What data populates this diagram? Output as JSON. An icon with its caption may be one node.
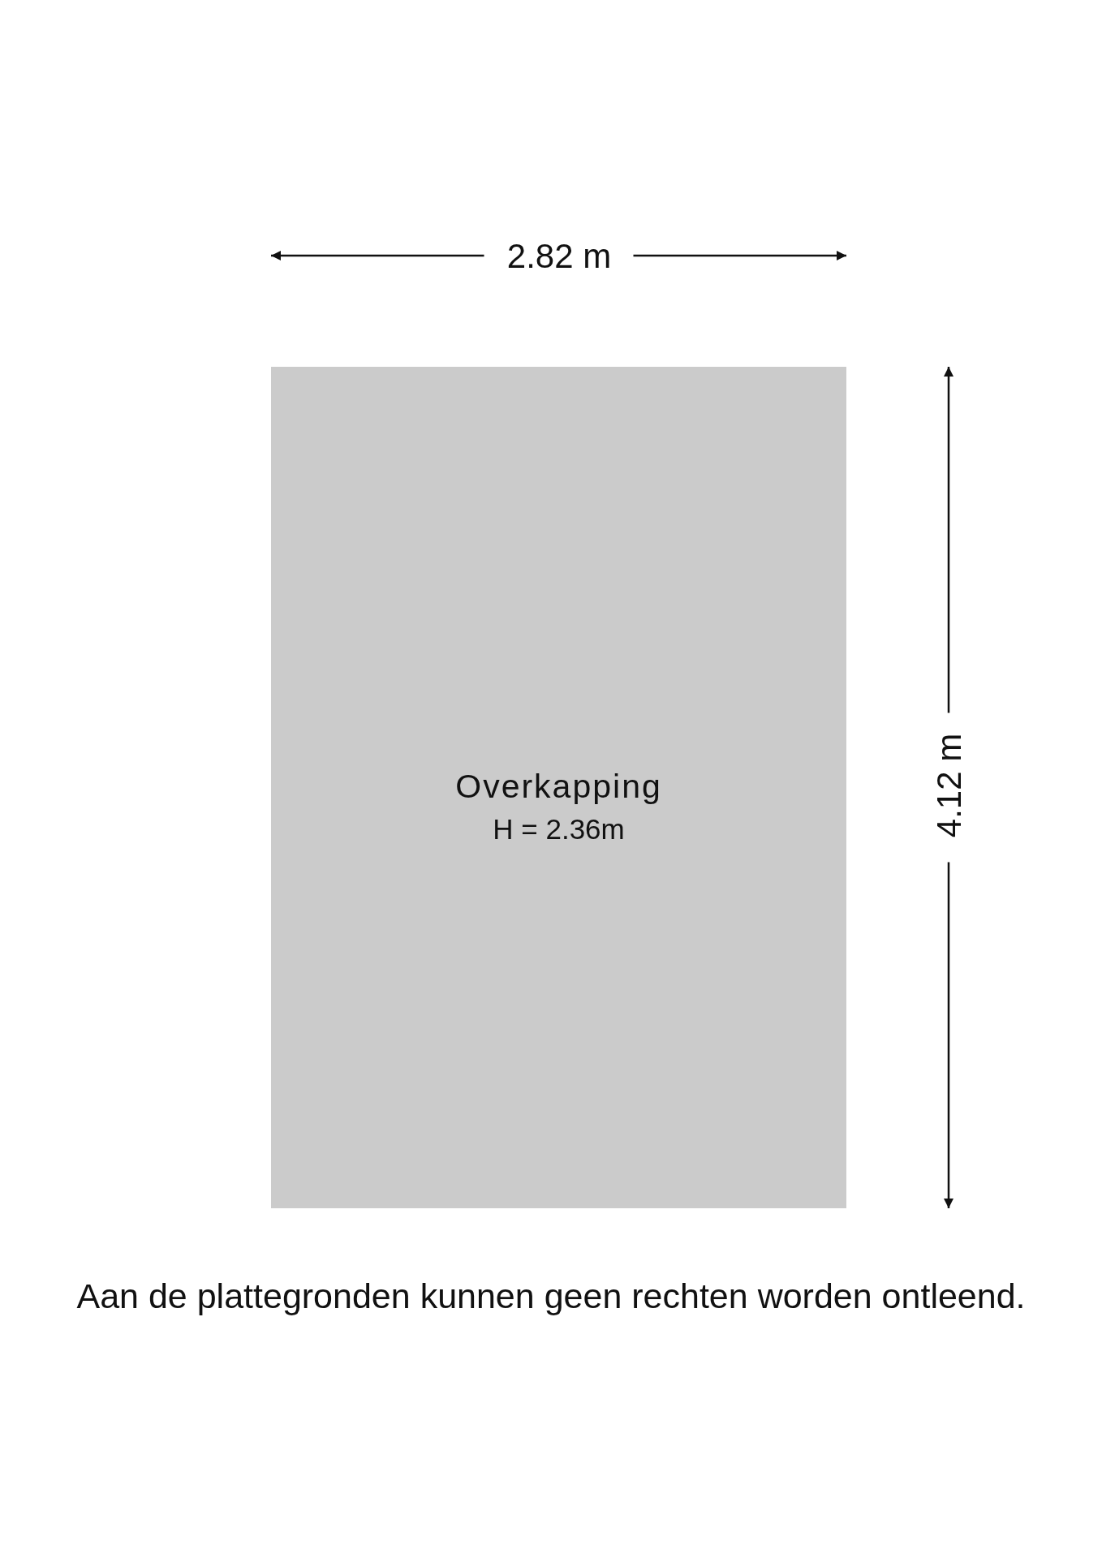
{
  "diagram": {
    "nodes": [
      {
        "text": [
          "Overkapping",
          "H = 2.36m"
        ]
      }
    ],
    "labels": [
      "2.82 m",
      "4.12 m",
      "Aan de plattegronden kunnen geen rechten worden ontleend."
    ]
  }
}
